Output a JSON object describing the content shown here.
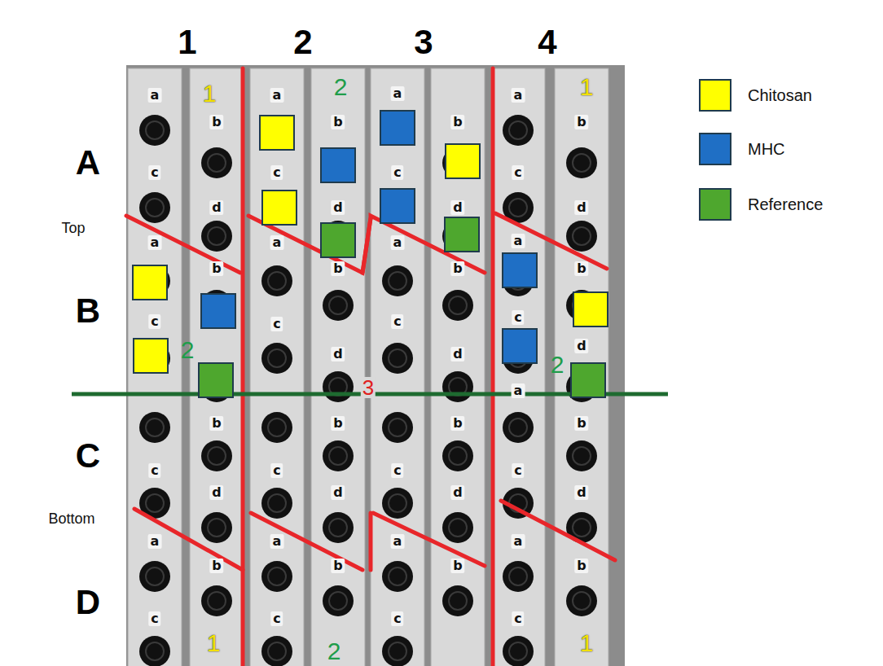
{
  "diagram": {
    "labels": [
      "1",
      "2",
      "3",
      "4",
      "A",
      "B",
      "C",
      "D",
      "Top",
      "Bottom",
      "a",
      "c",
      "a",
      "c",
      "c",
      "a",
      "c",
      "b",
      "d",
      "b",
      "b",
      "d",
      "b",
      "a",
      "c",
      "a",
      "c",
      "c",
      "a",
      "c",
      "b",
      "d",
      "b",
      "d",
      "b",
      "d",
      "b",
      "a",
      "c",
      "a",
      "c",
      "c",
      "a",
      "c",
      "b",
      "d",
      "b",
      "d",
      "b",
      "d",
      "b",
      "a",
      "c",
      "a",
      "c",
      "a",
      "c",
      "a",
      "c",
      "b",
      "d",
      "b",
      "d",
      "b",
      "d",
      "b",
      "1",
      "2",
      "1",
      "2",
      "2",
      "3",
      "1",
      "2",
      "1"
    ],
    "legend": [
      {
        "text": "Chitosan",
        "color": "#ffff00"
      },
      {
        "text": "MHC",
        "color": "#1f6fc5"
      },
      {
        "text": "Reference",
        "color": "#4ea72e"
      }
    ]
  }
}
